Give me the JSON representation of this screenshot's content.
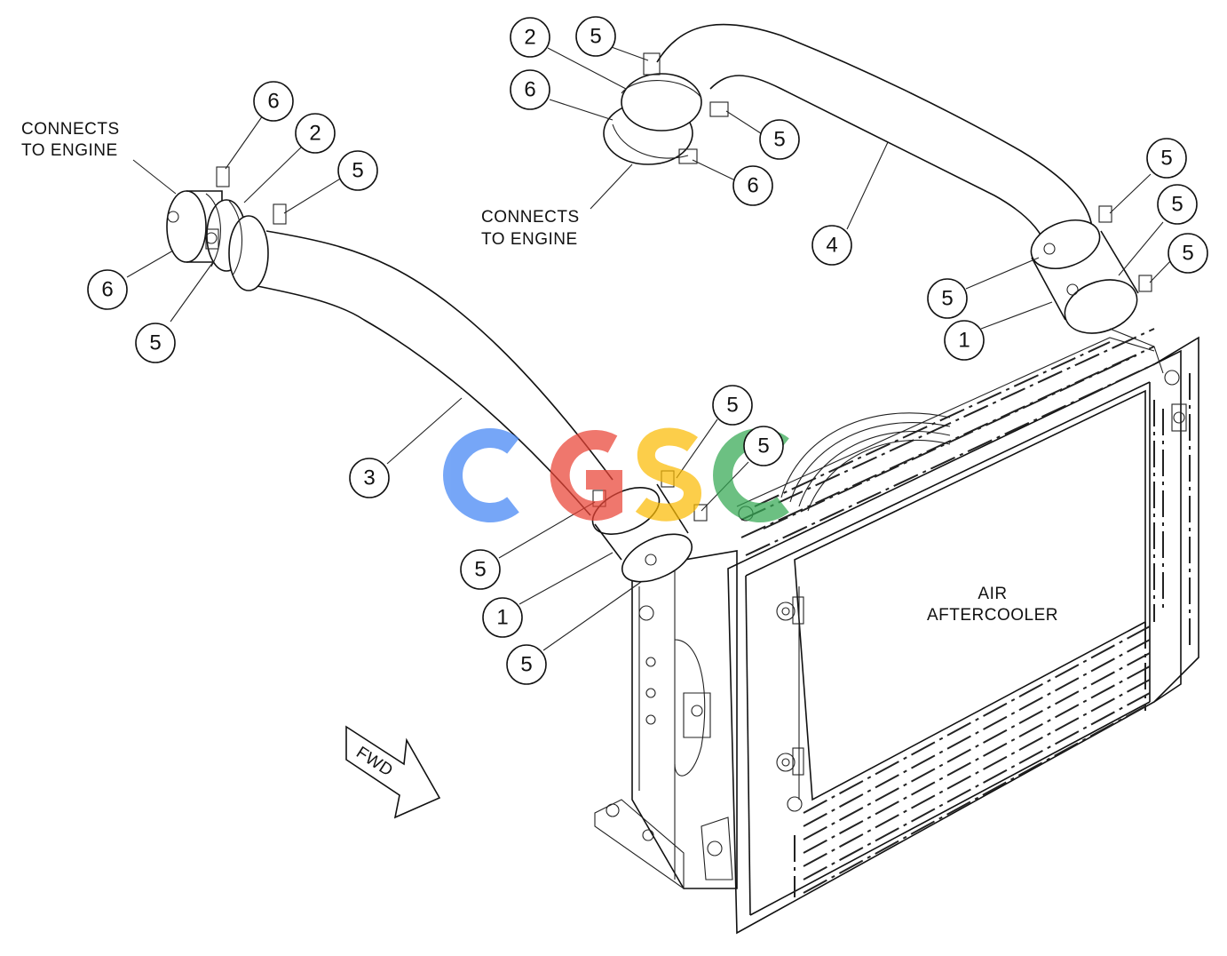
{
  "labels": {
    "connects_left_1": "CONNECTS",
    "connects_left_2": "TO ENGINE",
    "connects_top_1": "CONNECTS",
    "connects_top_2": "TO ENGINE",
    "aftercooler_1": "AIR",
    "aftercooler_2": "AFTERCOOLER",
    "fwd": "FWD"
  },
  "callouts": [
    "6",
    "2",
    "5",
    "6",
    "5",
    "2",
    "5",
    "6",
    "5",
    "6",
    "4",
    "5",
    "5",
    "5",
    "5",
    "1",
    "3",
    "5",
    "5",
    "5",
    "1",
    "5"
  ],
  "watermark": {
    "letters": [
      "C",
      "G",
      "S",
      "C"
    ],
    "colors": [
      "#4285f4",
      "#ea4335",
      "#fbbc05",
      "#34a853"
    ]
  }
}
